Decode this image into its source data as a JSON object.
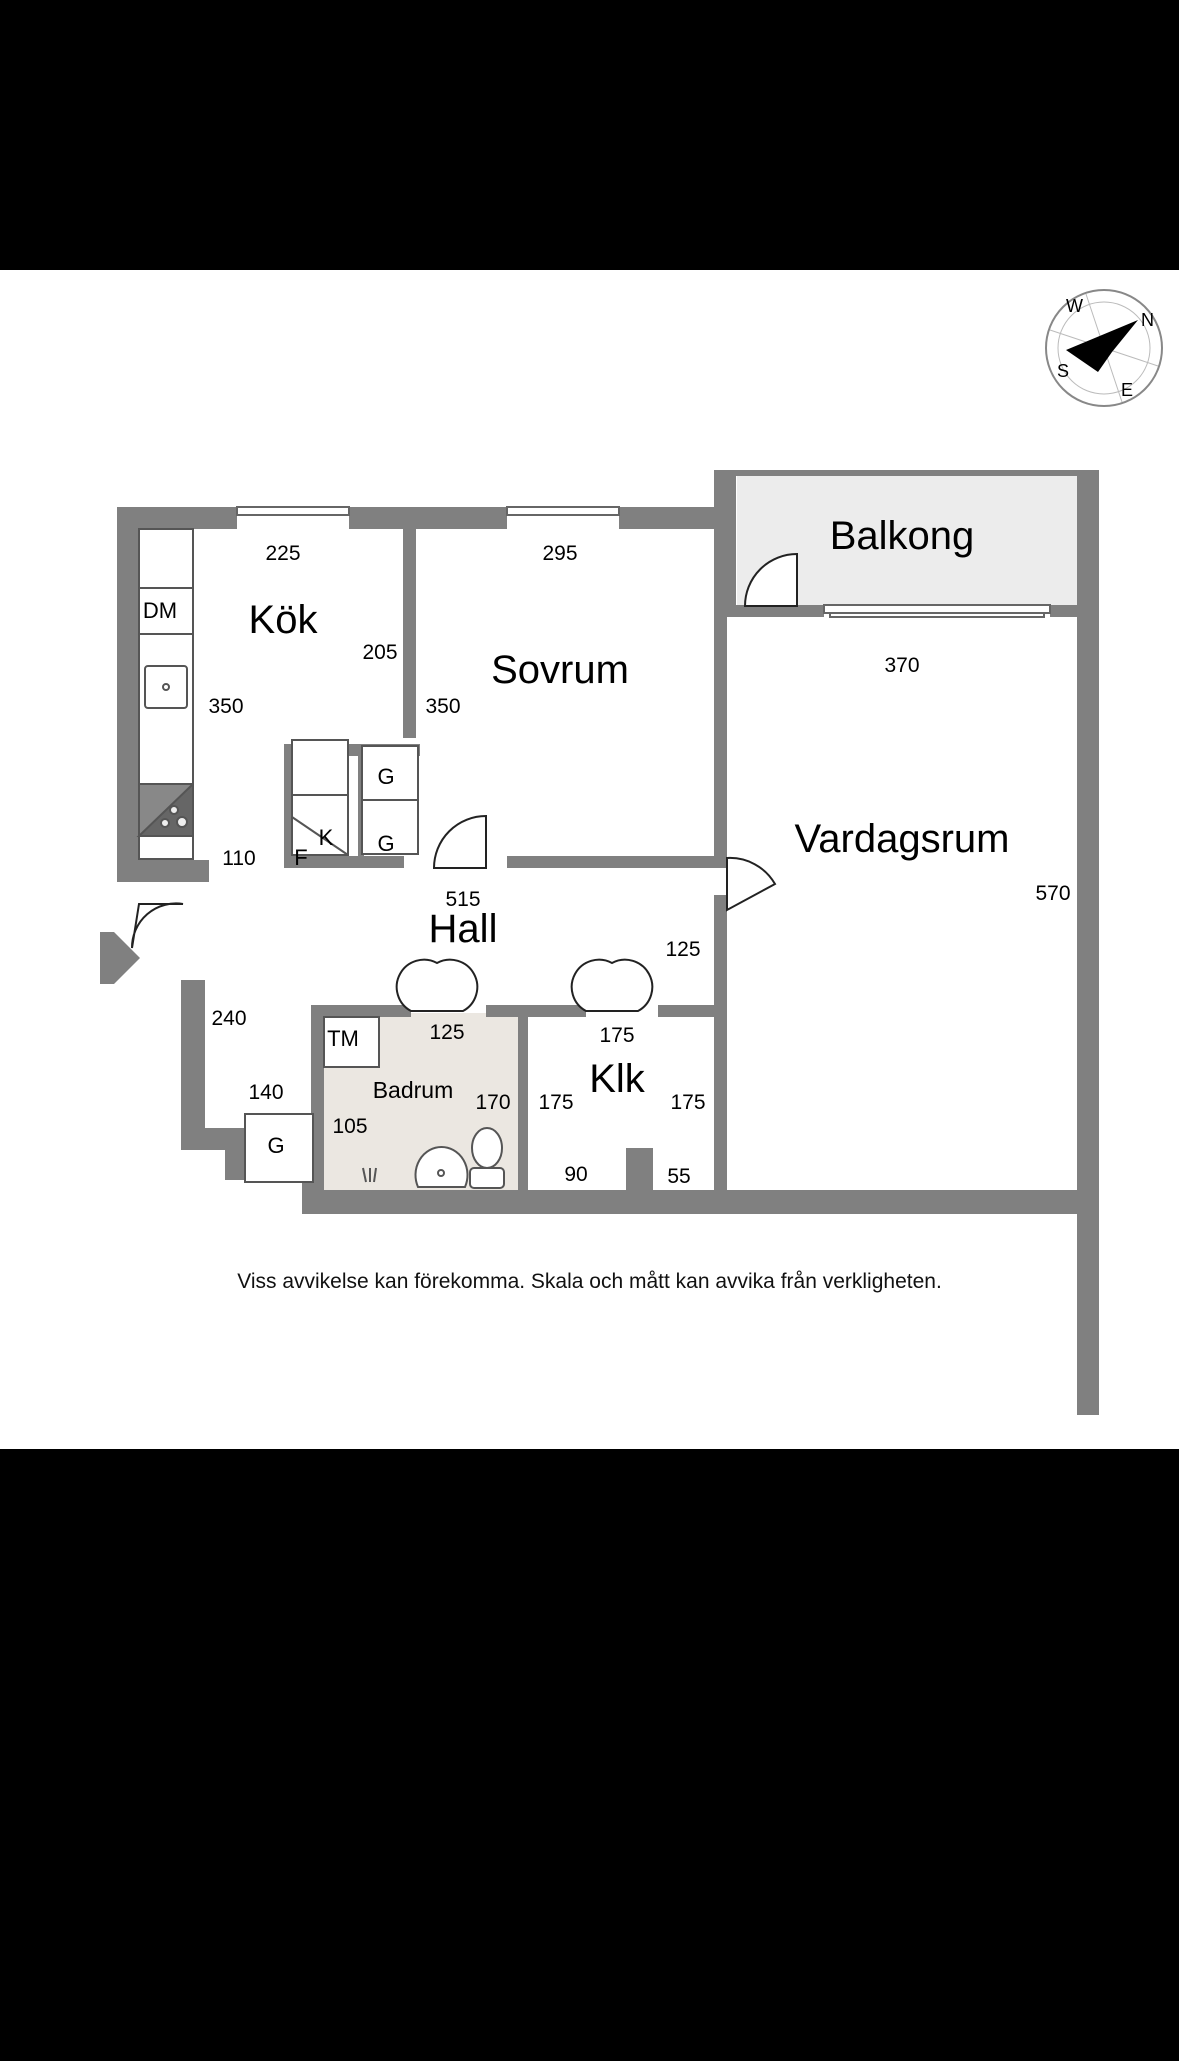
{
  "rooms": {
    "kok": "Kök",
    "sovrum": "Sovrum",
    "balkong": "Balkong",
    "vardagsrum": "Vardagsrum",
    "hall": "Hall",
    "badrum": "Badrum",
    "klk": "Klk"
  },
  "dimensions": {
    "kok_width": "225",
    "kok_depth": "350",
    "kok_inner": "205",
    "sovrum_width": "295",
    "sovrum_depth": "350",
    "vardagsrum_width": "370",
    "vardagsrum_depth": "570",
    "hall_width": "515",
    "hall_entry": "110",
    "hall_passage": "125",
    "hall_lower": "240",
    "hall_nook": "140",
    "badrum_width": "125",
    "badrum_depth": "170",
    "badrum_side": "105",
    "klk_width": "175",
    "klk_left": "175",
    "klk_right": "175",
    "klk_bottom_left": "90",
    "klk_bottom_right": "55"
  },
  "fixtures": {
    "dishwasher": "DM",
    "fridge": "K",
    "freezer": "F",
    "wardrobe": "G",
    "washing_machine": "TM"
  },
  "compass": {
    "n": "N",
    "e": "E",
    "s": "S",
    "w": "W"
  },
  "disclaimer": "Viss avvikelse kan förekomma. Skala och mått kan avvika från verkligheten."
}
